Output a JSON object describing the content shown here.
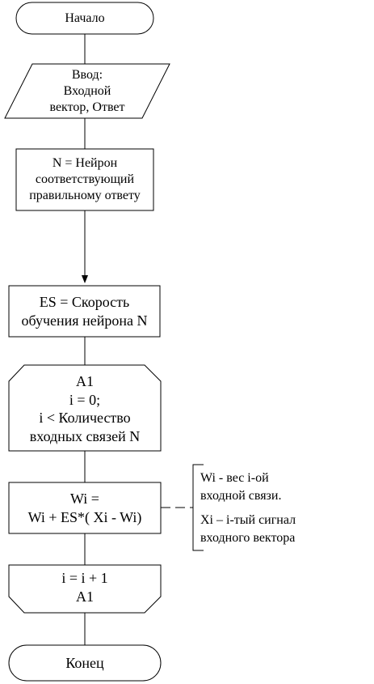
{
  "flowchart": {
    "start": {
      "lines": [
        "Начало"
      ]
    },
    "input": {
      "lines": [
        "Ввод:",
        "Входной",
        "вектор, Ответ"
      ]
    },
    "neuron": {
      "lines": [
        "N = Нейрон",
        "соответствующий",
        "правильному ответу"
      ]
    },
    "speed": {
      "lines": [
        "ES = Скорость",
        "обучения нейрона N"
      ]
    },
    "loop_start": {
      "lines": [
        "A1",
        "i = 0;",
        "i < Количество",
        "входных связей N"
      ]
    },
    "update": {
      "lines": [
        "Wi =",
        "Wi + ES*( Xi - Wi)"
      ]
    },
    "loop_end": {
      "lines": [
        "i = i + 1",
        "A1"
      ]
    },
    "end": {
      "lines": [
        "Конец"
      ]
    }
  },
  "annotation": {
    "paragraphs": [
      [
        "Wi - вес i-ой",
        "входной связи."
      ],
      [
        "Xi – i-тый сигнал",
        "входного вектора"
      ]
    ]
  }
}
